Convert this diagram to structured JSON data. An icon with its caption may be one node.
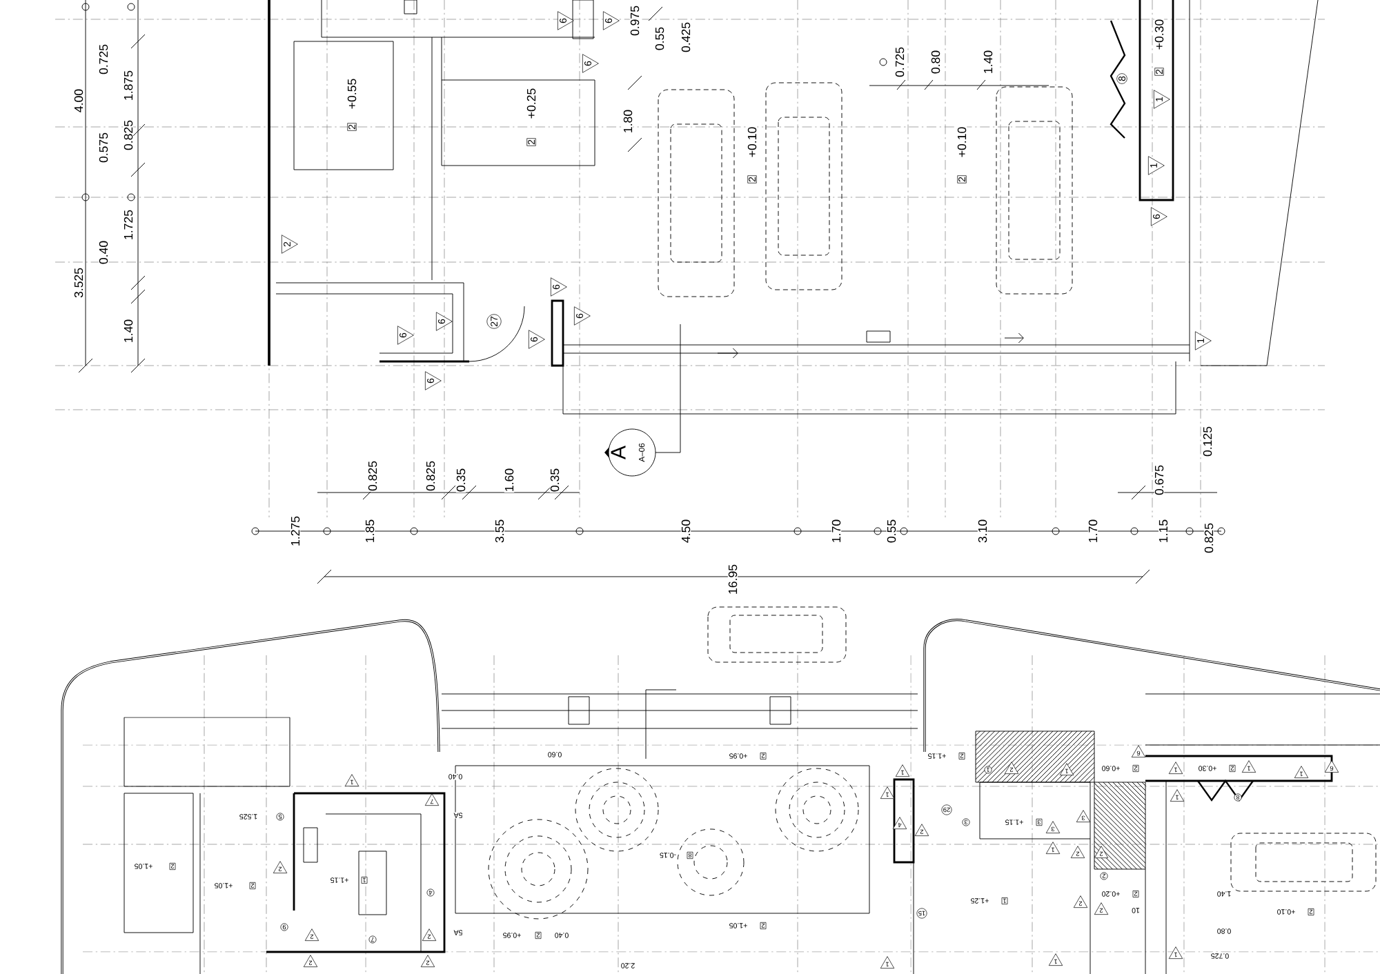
{
  "diagram": {
    "labels": [
      "4.00",
      "0.725",
      "1.875",
      "0.575",
      "0.825",
      "3.525",
      "0.40",
      "1.725",
      "1.40",
      "2",
      "+0.55",
      "2",
      "+0.25",
      "2",
      "6",
      "6",
      "6",
      "27",
      "6",
      "6",
      "6",
      "6",
      "6",
      "6",
      "0.975",
      "0.55",
      "0.425",
      "1.80",
      "2",
      "+0.10",
      "2",
      "+0.10",
      "0.725",
      "0.80",
      "1.40",
      "2",
      "+0.30",
      "8",
      "1",
      "1",
      "6",
      "1",
      "A",
      "A–06",
      "0.825",
      "0.825",
      "0.35",
      "1.60",
      "0.35",
      "0.675",
      "0.125",
      "1.275",
      "1.85",
      "3.55",
      "4.50",
      "1.70",
      "0.55",
      "3.10",
      "1.70",
      "1.15",
      "0.825",
      "16.95",
      "0.60",
      "0.40",
      "1.525",
      "5",
      "1",
      "7",
      "5A",
      "2",
      "+1.05",
      "2",
      "+1.05",
      "2",
      "1",
      "+1.15",
      "4",
      "9",
      "2",
      "7",
      "2",
      "5A",
      "2",
      "+0.95",
      "0.40",
      "2",
      "2",
      "2.20",
      "8",
      "-0.15",
      "2",
      "+0.95",
      "2",
      "+1.15",
      "1",
      "1",
      "29",
      "4",
      "2",
      "3",
      "1",
      "2",
      "1",
      "2",
      "+0.60",
      "3",
      "+1.15",
      "3",
      "3",
      "1",
      "2",
      "2",
      "2",
      "2",
      "+0.20",
      "10",
      "2",
      "2",
      "1",
      "+1.25",
      "15",
      "2",
      "+1.05",
      "6",
      "2",
      "+0.30",
      "1",
      "1",
      "6",
      "1",
      "1",
      "8",
      "1.40",
      "0.80",
      "0.725",
      "2",
      "+0.10",
      "1",
      "1",
      "1"
    ]
  }
}
